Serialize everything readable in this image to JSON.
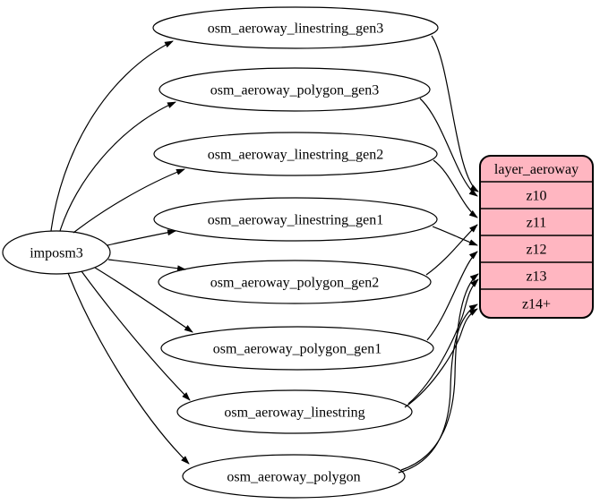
{
  "diagram": {
    "colors": {
      "background": "#ffffff",
      "node_fill": "#ffffff",
      "stroke": "#000000",
      "layer_fill": "#ffb6c1"
    },
    "source": {
      "id": "imposm3",
      "label": "imposm3"
    },
    "tables": [
      {
        "id": "osm_aeroway_linestring_gen3",
        "label": "osm_aeroway_linestring_gen3"
      },
      {
        "id": "osm_aeroway_polygon_gen3",
        "label": "osm_aeroway_polygon_gen3"
      },
      {
        "id": "osm_aeroway_linestring_gen2",
        "label": "osm_aeroway_linestring_gen2"
      },
      {
        "id": "osm_aeroway_linestring_gen1",
        "label": "osm_aeroway_linestring_gen1"
      },
      {
        "id": "osm_aeroway_polygon_gen2",
        "label": "osm_aeroway_polygon_gen2"
      },
      {
        "id": "osm_aeroway_polygon_gen1",
        "label": "osm_aeroway_polygon_gen1"
      },
      {
        "id": "osm_aeroway_linestring",
        "label": "osm_aeroway_linestring"
      },
      {
        "id": "osm_aeroway_polygon",
        "label": "osm_aeroway_polygon"
      }
    ],
    "layer": {
      "id": "layer_aeroway",
      "title": "layer_aeroway",
      "rows": [
        {
          "id": "z10",
          "label": "z10"
        },
        {
          "id": "z11",
          "label": "z11"
        },
        {
          "id": "z12",
          "label": "z12"
        },
        {
          "id": "z13",
          "label": "z13"
        },
        {
          "id": "z14",
          "label": "z14+"
        }
      ]
    },
    "edges": [
      {
        "from": "imposm3",
        "to": "osm_aeroway_linestring_gen3"
      },
      {
        "from": "imposm3",
        "to": "osm_aeroway_polygon_gen3"
      },
      {
        "from": "imposm3",
        "to": "osm_aeroway_linestring_gen2"
      },
      {
        "from": "imposm3",
        "to": "osm_aeroway_linestring_gen1"
      },
      {
        "from": "imposm3",
        "to": "osm_aeroway_polygon_gen2"
      },
      {
        "from": "imposm3",
        "to": "osm_aeroway_polygon_gen1"
      },
      {
        "from": "imposm3",
        "to": "osm_aeroway_linestring"
      },
      {
        "from": "imposm3",
        "to": "osm_aeroway_polygon"
      },
      {
        "from": "osm_aeroway_linestring_gen3",
        "to": "z10"
      },
      {
        "from": "osm_aeroway_polygon_gen3",
        "to": "z10"
      },
      {
        "from": "osm_aeroway_linestring_gen2",
        "to": "z11"
      },
      {
        "from": "osm_aeroway_polygon_gen2",
        "to": "z11"
      },
      {
        "from": "osm_aeroway_linestring_gen1",
        "to": "z12"
      },
      {
        "from": "osm_aeroway_polygon_gen1",
        "to": "z12"
      },
      {
        "from": "osm_aeroway_linestring",
        "to": "z13"
      },
      {
        "from": "osm_aeroway_linestring",
        "to": "z14"
      },
      {
        "from": "osm_aeroway_polygon",
        "to": "z13"
      },
      {
        "from": "osm_aeroway_polygon",
        "to": "z14"
      }
    ]
  }
}
